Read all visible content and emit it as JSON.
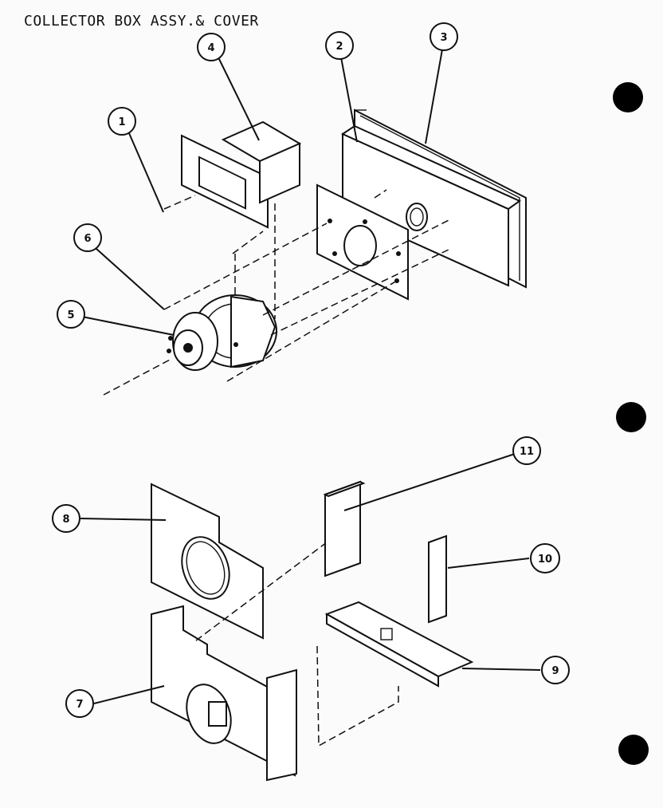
{
  "title": "COLLECTOR BOX ASSY.& COVER",
  "callouts": [
    "1",
    "2",
    "3",
    "4",
    "5",
    "6",
    "7",
    "8",
    "9",
    "10",
    "11"
  ]
}
